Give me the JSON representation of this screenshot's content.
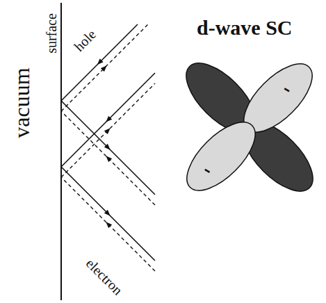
{
  "diagram": {
    "nodes": [
      {
        "text": [
          "-"
        ]
      },
      {
        "text": [
          "-"
        ]
      }
    ],
    "labels": [
      "vacuum",
      "surface",
      "hole",
      "electron",
      "d-wave SC"
    ]
  }
}
